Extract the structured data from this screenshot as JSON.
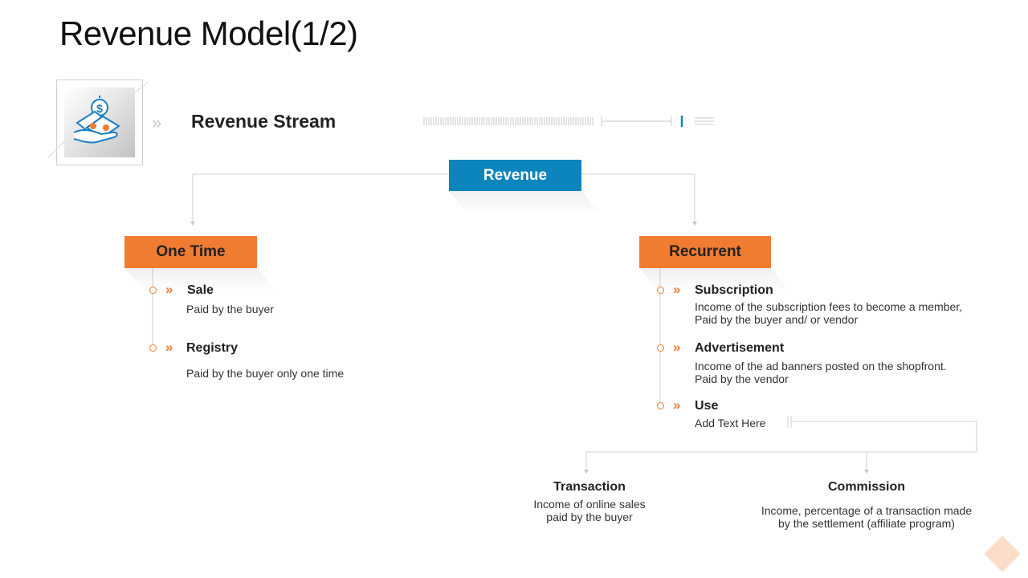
{
  "title": "Revenue Model(1/2)",
  "header": {
    "label": "Revenue Stream",
    "icon": "money-hand-icon"
  },
  "root": {
    "label": "Revenue"
  },
  "branches": [
    {
      "label": "One Time",
      "items": [
        {
          "title": "Sale",
          "desc": [
            "Paid by the buyer"
          ]
        },
        {
          "title": "Registry",
          "desc": [
            "Paid by the buyer only one time"
          ]
        }
      ]
    },
    {
      "label": "Recurrent",
      "items": [
        {
          "title": "Subscription",
          "desc": [
            "Income of the subscription fees to become a member,",
            "Paid by the buyer and/ or vendor"
          ]
        },
        {
          "title": "Advertisement",
          "desc": [
            "Income of the ad banners posted on the shopfront.",
            "Paid by the vendor"
          ]
        },
        {
          "title": "Use",
          "desc": [
            "Add Text Here"
          ]
        }
      ]
    }
  ],
  "sub_items": [
    {
      "title": "Transaction",
      "desc": [
        "Income of online sales",
        "paid by the buyer"
      ]
    },
    {
      "title": "Commission",
      "desc": [
        "Income, percentage of a transaction made",
        "by the settlement (affiliate program)"
      ]
    }
  ],
  "colors": {
    "blue": "#0c85bd",
    "orange": "#f07c32",
    "connector": "#d0d0d0",
    "accent_diamond": "#fbd9c4"
  }
}
